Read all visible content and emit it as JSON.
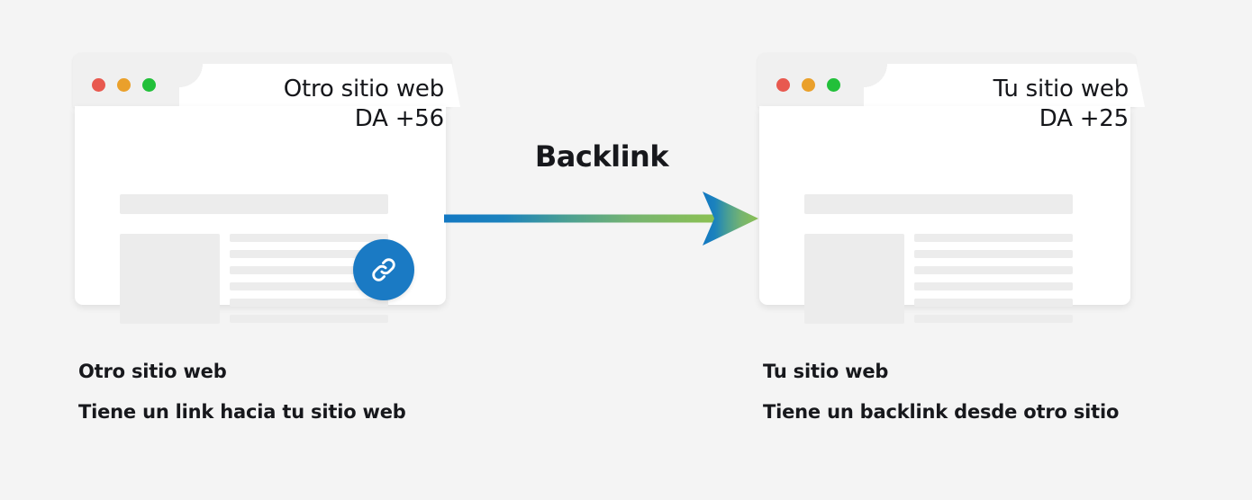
{
  "page": {
    "background_color": "#f4f4f4",
    "text_color": "#17181c"
  },
  "arrow": {
    "label": "Backlink",
    "gradient_start": "#1378c2",
    "gradient_end": "#8cc152",
    "direction": "left-to-right"
  },
  "windows": [
    {
      "id": "source-site",
      "title": "Otro sitio web",
      "metric": "DA +56",
      "traffic_lights": [
        "close-red",
        "minimize-yellow",
        "maximize-green"
      ],
      "badge": {
        "icon": "link-icon",
        "color": "#1a7ac4",
        "visible": true
      },
      "skeleton": {
        "header_bar": true,
        "image_block": true,
        "text_lines": 6
      }
    },
    {
      "id": "your-site",
      "title": "Tu sitio web",
      "metric": "DA +25",
      "traffic_lights": [
        "close-red",
        "minimize-yellow",
        "maximize-green"
      ],
      "badge": {
        "icon": "link-icon",
        "color": "#1a7ac4",
        "visible": false
      },
      "skeleton": {
        "header_bar": true,
        "image_block": true,
        "text_lines": 6
      }
    }
  ],
  "captions": [
    {
      "id": "caption-left",
      "title": "Otro sitio web",
      "subtitle": "Tiene un link hacia tu sitio web"
    },
    {
      "id": "caption-right",
      "title": "Tu sitio web",
      "subtitle": "Tiene un backlink desde otro sitio"
    }
  ],
  "dot_colors": {
    "red": "#e8594f",
    "yellow": "#eaa02b",
    "green": "#22c03a"
  }
}
